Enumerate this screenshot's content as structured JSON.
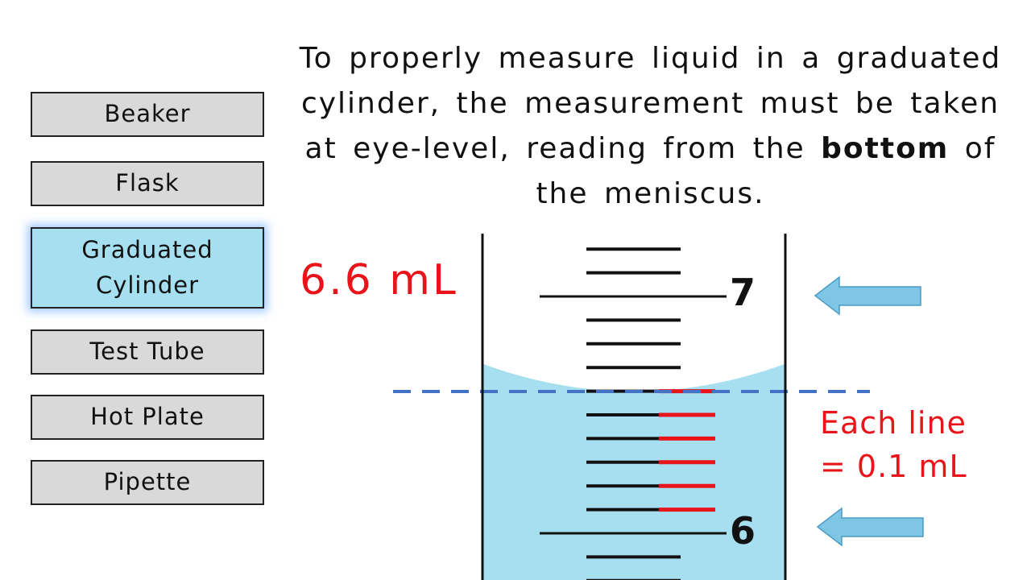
{
  "menu": {
    "items": [
      {
        "label": "Beaker",
        "active": false
      },
      {
        "label": "Flask",
        "active": false
      },
      {
        "label": "Graduated\nCylinder",
        "active": true
      },
      {
        "label": "Test Tube",
        "active": false
      },
      {
        "label": "Hot Plate",
        "active": false
      },
      {
        "label": "Pipette",
        "active": false
      }
    ]
  },
  "instruction": {
    "before": "To properly measure liquid in a graduated cylinder, the measurement must be taken at eye-level, reading from the ",
    "bold": "bottom",
    "after": " of the meniscus."
  },
  "reading": "6.6 mL",
  "note": {
    "line1": "Each line",
    "line2": "= 0.1 mL"
  },
  "scale": {
    "upper_label": "7",
    "lower_label": "6"
  },
  "colors": {
    "liquid": "#a6dff0",
    "accent_red": "#e8141a",
    "arrow": "#7fc6e4",
    "eye_line": "#4472c4",
    "active_button": "#a6dff0"
  },
  "icons": {
    "arrow_upper": "left-arrow-icon",
    "arrow_lower": "left-arrow-icon"
  }
}
